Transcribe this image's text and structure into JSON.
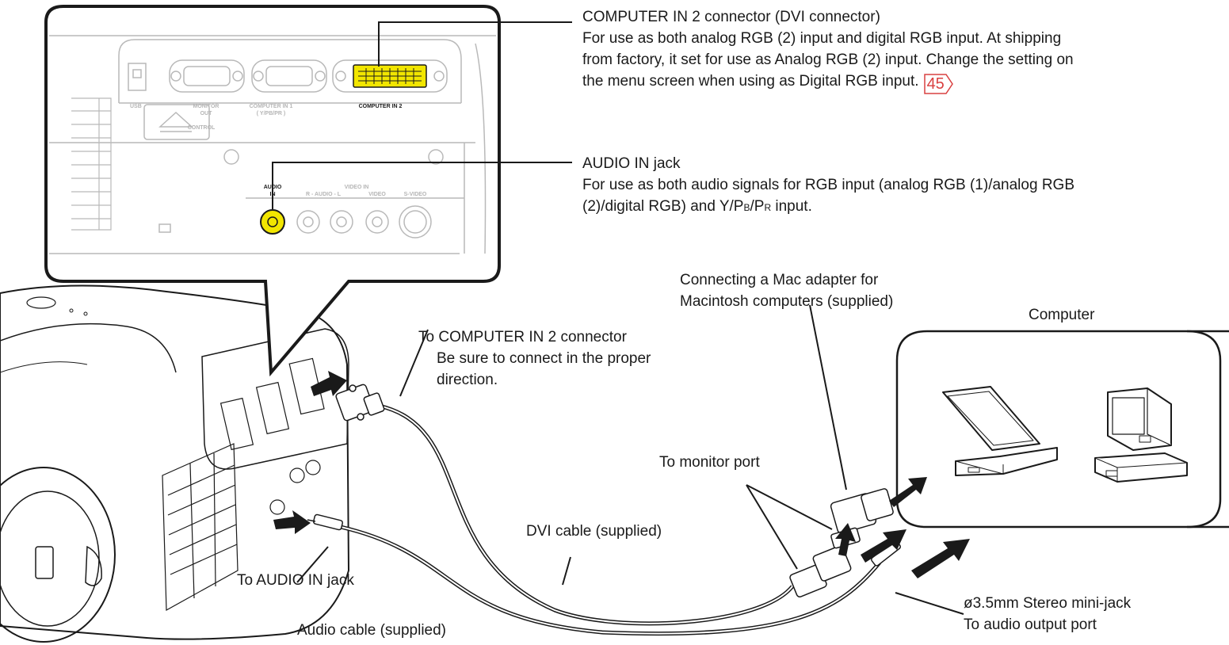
{
  "labels": {
    "computer_in_2_title": "COMPUTER IN 2 connector (DVI connector)",
    "computer_in_2_desc_1": "For use as both analog RGB (2) input and digital RGB input. At shipping",
    "computer_in_2_desc_2": "from factory, it set for use as Analog RGB (2) input. Change the setting on",
    "computer_in_2_desc_3": "the menu screen when using as Digital RGB input.",
    "page_ref": "45",
    "audio_in_title": "AUDIO IN jack",
    "audio_in_desc_1": "For use as both audio signals for RGB input (analog RGB (1)/analog RGB",
    "audio_in_desc_2_a": "(2)/digital RGB) and Y/P",
    "audio_in_desc_2_b": "B",
    "audio_in_desc_2_c": "/P",
    "audio_in_desc_2_d": "R",
    "audio_in_desc_2_e": " input.",
    "mac_adapter_1": "Connecting a Mac adapter for",
    "mac_adapter_2": "Macintosh computers (supplied)",
    "computer": "Computer",
    "to_computer_in_2": "To COMPUTER IN 2 connector",
    "proper_direction_1": "Be sure to connect in the proper",
    "proper_direction_2": "direction.",
    "to_monitor_port": "To monitor port",
    "dvi_cable": "DVI cable (supplied)",
    "to_audio_in": "To AUDIO IN jack",
    "audio_cable": "Audio cable (supplied)",
    "stereo_mini_jack": "ø3.5mm Stereo mini-jack",
    "to_audio_output": "To audio output port"
  },
  "panel_labels": {
    "usb": "USB",
    "monitor_out_1": "MONITOR",
    "monitor_out_2": "OUT",
    "control": "CONTROL",
    "computer_in_1": "COMPUTER IN 1",
    "computer_in_1_sub": "( Y/PB/PR )",
    "computer_in_2": "COMPUTER IN 2",
    "audio_in_1": "AUDIO",
    "audio_in_2": "IN",
    "video_in": "VIDEO IN",
    "r_audio_l": "R - AUDIO - L",
    "video": "VIDEO",
    "s_video": "S-VIDEO"
  },
  "colors": {
    "highlight": "#f2e600",
    "page_ref": "#d94040",
    "leader": "#1a1a1a"
  }
}
